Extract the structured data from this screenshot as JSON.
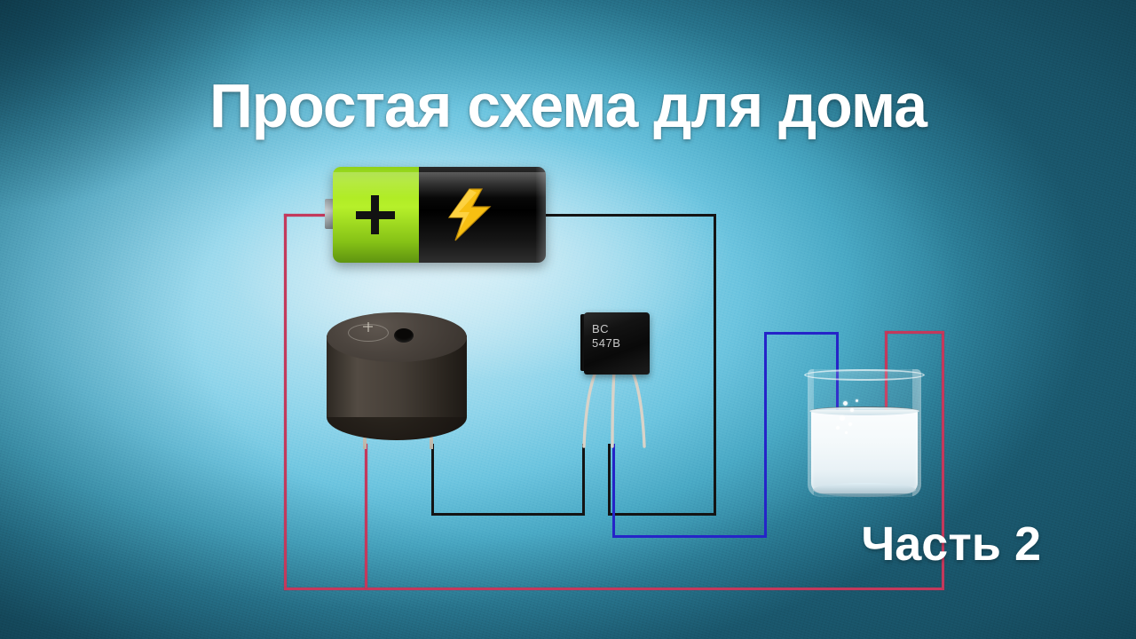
{
  "meta": {
    "domain": "diagram",
    "subject": "breadboard-free water sensor circuit illustration with overlaid russian title text"
  },
  "colors": {
    "background_center": "#aee0f0",
    "background_corner": "#1d5f76",
    "title_text": "#ffffff",
    "wire_red": "#c3395c",
    "wire_black": "#141414",
    "wire_blue": "#2524c8",
    "battery_green": "#a8e61e",
    "battery_black": "#0d0d0d",
    "bolt_yellow": "#f5b910",
    "buzzer_body": "#3a332d",
    "transistor_body": "#121212",
    "water_white": "#f7fbfd"
  },
  "overlay": {
    "title": "Простая схема для дома",
    "part_label": "Часть 2"
  },
  "components": {
    "battery": {
      "name": "battery",
      "polarity_positive": "+",
      "icon": "lightning-bolt-icon",
      "terminal_left": "positive",
      "terminal_right": "negative"
    },
    "buzzer": {
      "name": "piezo-buzzer",
      "polarity_marking": "+",
      "lead_left_color": "#c3395c",
      "lead_right_color": "#141414"
    },
    "transistor": {
      "name": "transistor",
      "label_line1": "BC",
      "label_line2": "547B",
      "package": "TO-92",
      "pin_left": "collector",
      "pin_middle": "base",
      "pin_right": "emitter"
    },
    "glass": {
      "name": "glass-of-water",
      "probe_left_color": "#2524c8",
      "probe_right_color": "#c3395c"
    }
  },
  "wires": [
    {
      "name": "battery-positive-to-bottom-rail",
      "color": "#c3395c",
      "from": "battery +",
      "to": "bottom rail"
    },
    {
      "name": "battery-negative-to-right-rail",
      "color": "#141414",
      "from": "battery -",
      "to": "emitter rail"
    },
    {
      "name": "buzzer-positive-to-bottom-rail",
      "color": "#c3395c",
      "from": "buzzer +",
      "to": "bottom rail"
    },
    {
      "name": "buzzer-negative-to-collector",
      "color": "#141414",
      "from": "buzzer -",
      "to": "transistor collector"
    },
    {
      "name": "base-to-water-probe",
      "color": "#2524c8",
      "from": "transistor base",
      "to": "left water probe"
    },
    {
      "name": "right-probe-to-bottom-rail",
      "color": "#c3395c",
      "from": "right water probe",
      "to": "bottom rail"
    }
  ]
}
